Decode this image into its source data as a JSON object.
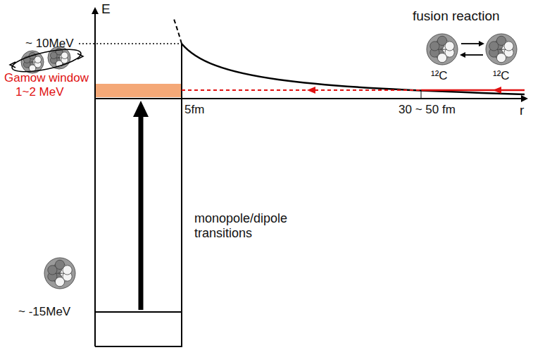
{
  "diagram": {
    "labels": [
      "E",
      "~ 10MeV",
      "Gamow window",
      "1~2 MeV",
      "5fm",
      "30 ~ 50 fm",
      "r",
      "fusion reaction",
      "¹²C",
      "¹²C",
      "monopole/dipole transitions",
      "~ -15MeV"
    ]
  }
}
